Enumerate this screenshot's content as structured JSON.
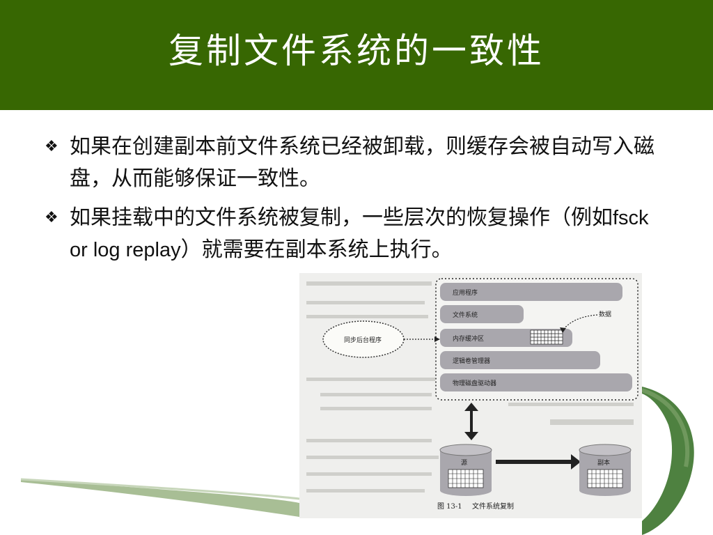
{
  "slide": {
    "title": "复制文件系统的一致性",
    "bullet_icon": "diamond-cluster-icon",
    "bullets": [
      {
        "text": "如果在创建副本前文件系统已经被卸载，则缓存会被自动写入磁盘，从而能够保证一致性。"
      },
      {
        "text_before": "如果挂载中的文件系统被复制，一些层次的恢复操作（例如",
        "text_latin": "fsck or log replay",
        "text_after": "）就需要在副本系统上执行。"
      }
    ]
  },
  "figure": {
    "layers": [
      "应用程序",
      "文件系统",
      "内存缓冲区",
      "逻辑卷管理器",
      "物理磁盘驱动器"
    ],
    "data_label": "数据",
    "sync_process_label": "同步后台程序",
    "disk_source_label": "源",
    "disk_replica_label": "副本",
    "caption_number": "图 13-1",
    "caption_text": "文件系统复制"
  },
  "colors": {
    "header_bg": "#376702",
    "title_text": "#ffffff",
    "layer_fill": "#a9a7ad",
    "swoosh": "#2f6b1f"
  }
}
